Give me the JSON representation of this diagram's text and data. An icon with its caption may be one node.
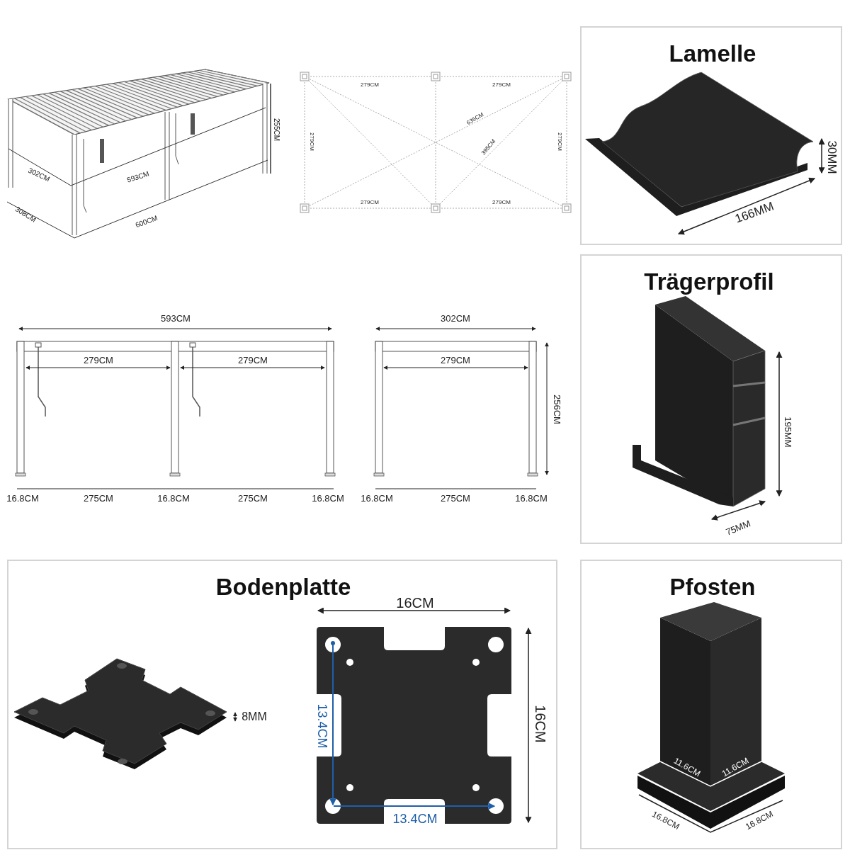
{
  "diagram": {
    "nodes": [
      {
        "text": [
          "Lamelle"
        ]
      },
      {
        "text": [
          "Trägerprofil"
        ]
      },
      {
        "text": [
          "Bodenplatte"
        ]
      },
      {
        "text": [
          "Pfosten"
        ]
      }
    ],
    "labels": [
      "255CM",
      "302CM",
      "593CM",
      "308CM",
      "600CM",
      "279CM",
      "279CM",
      "635CM",
      "279CM",
      "395CM",
      "279CM",
      "279CM",
      "279CM",
      "30MM",
      "166MM",
      "195MM",
      "75MM",
      "593CM",
      "302CM",
      "279CM",
      "279CM",
      "279CM",
      "256CM",
      "16.8CM",
      "275CM",
      "16.8CM",
      "275CM",
      "16.8CM",
      "16.8CM",
      "275CM",
      "16.8CM",
      "8MM",
      "16CM",
      "13.4CM",
      "16CM",
      "13.4CM",
      "11.6CM",
      "11.6CM",
      "16.8CM",
      "16.8CM"
    ]
  }
}
